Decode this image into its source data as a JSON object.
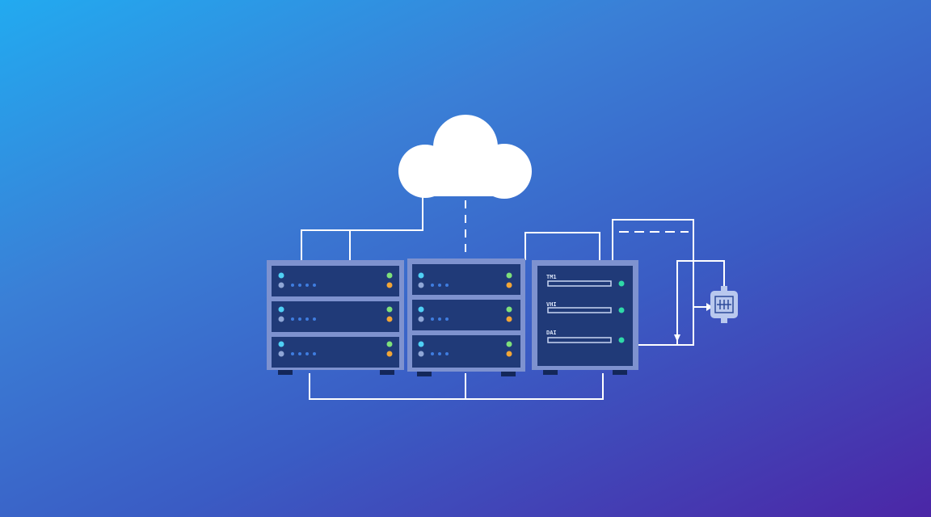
{
  "illustration": {
    "cloud_icon": "cloud-icon",
    "server_racks": [
      {
        "name": "server-rack-1",
        "units": 3
      },
      {
        "name": "server-rack-2",
        "units": 3
      },
      {
        "name": "server-rack-3",
        "units": 3,
        "slot_labels": [
          "TM1",
          "VHI",
          "DAI"
        ]
      }
    ],
    "chip_icon": "microchip-icon",
    "colors": {
      "background_start": "#22aaf0",
      "background_end": "#4b26a6",
      "rack_frame": "#7e92cf",
      "rack_unit": "#203a78",
      "led_cyan": "#4fd0f5",
      "led_green": "#7ee07a",
      "led_orange": "#f2a536",
      "led_teal": "#2fd9a8",
      "line": "#ffffff"
    }
  }
}
